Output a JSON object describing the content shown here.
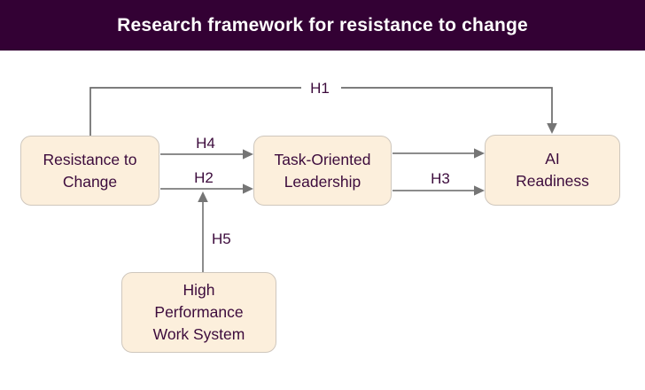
{
  "header": {
    "title": "Research framework for resistance to change"
  },
  "colors": {
    "header_bg": "#330134",
    "header_text": "#ffffff",
    "box_fill": "#fcefdc",
    "box_border": "#cfc7bd",
    "box_text": "#3c0b3c",
    "edge_line": "#8c8c8c",
    "edge_arrowhead": "#757575",
    "h1_line": "#6b6b6b",
    "page_bg": "#ffffff"
  },
  "diagram": {
    "nodes": [
      {
        "id": "resistance-to-change",
        "label": "Resistance to\nChange"
      },
      {
        "id": "task-oriented-leadership",
        "label": "Task-Oriented\nLeadership"
      },
      {
        "id": "ai-readiness",
        "label": "AI\nReadiness"
      },
      {
        "id": "high-performance-work-system",
        "label": "High\nPerformance\nWork System"
      }
    ],
    "edges": [
      {
        "id": "h1",
        "label": "H1",
        "from": "Resistance to Change",
        "to": "AI Readiness"
      },
      {
        "id": "h4",
        "label": "H4",
        "from": "Resistance to Change",
        "to": "Task-Oriented Leadership"
      },
      {
        "id": "h2",
        "label": "H2",
        "from": "Resistance to Change",
        "to": "Task-Oriented Leadership"
      },
      {
        "id": "h3",
        "label": "H3",
        "from": "Task-Oriented Leadership",
        "to": "AI Readiness"
      },
      {
        "id": "mediation-upper",
        "label": "",
        "from": "Task-Oriented Leadership",
        "to": "AI Readiness"
      },
      {
        "id": "h5",
        "label": "H5",
        "from": "High Performance Work System",
        "to": "H2 path (moderation)"
      }
    ]
  }
}
